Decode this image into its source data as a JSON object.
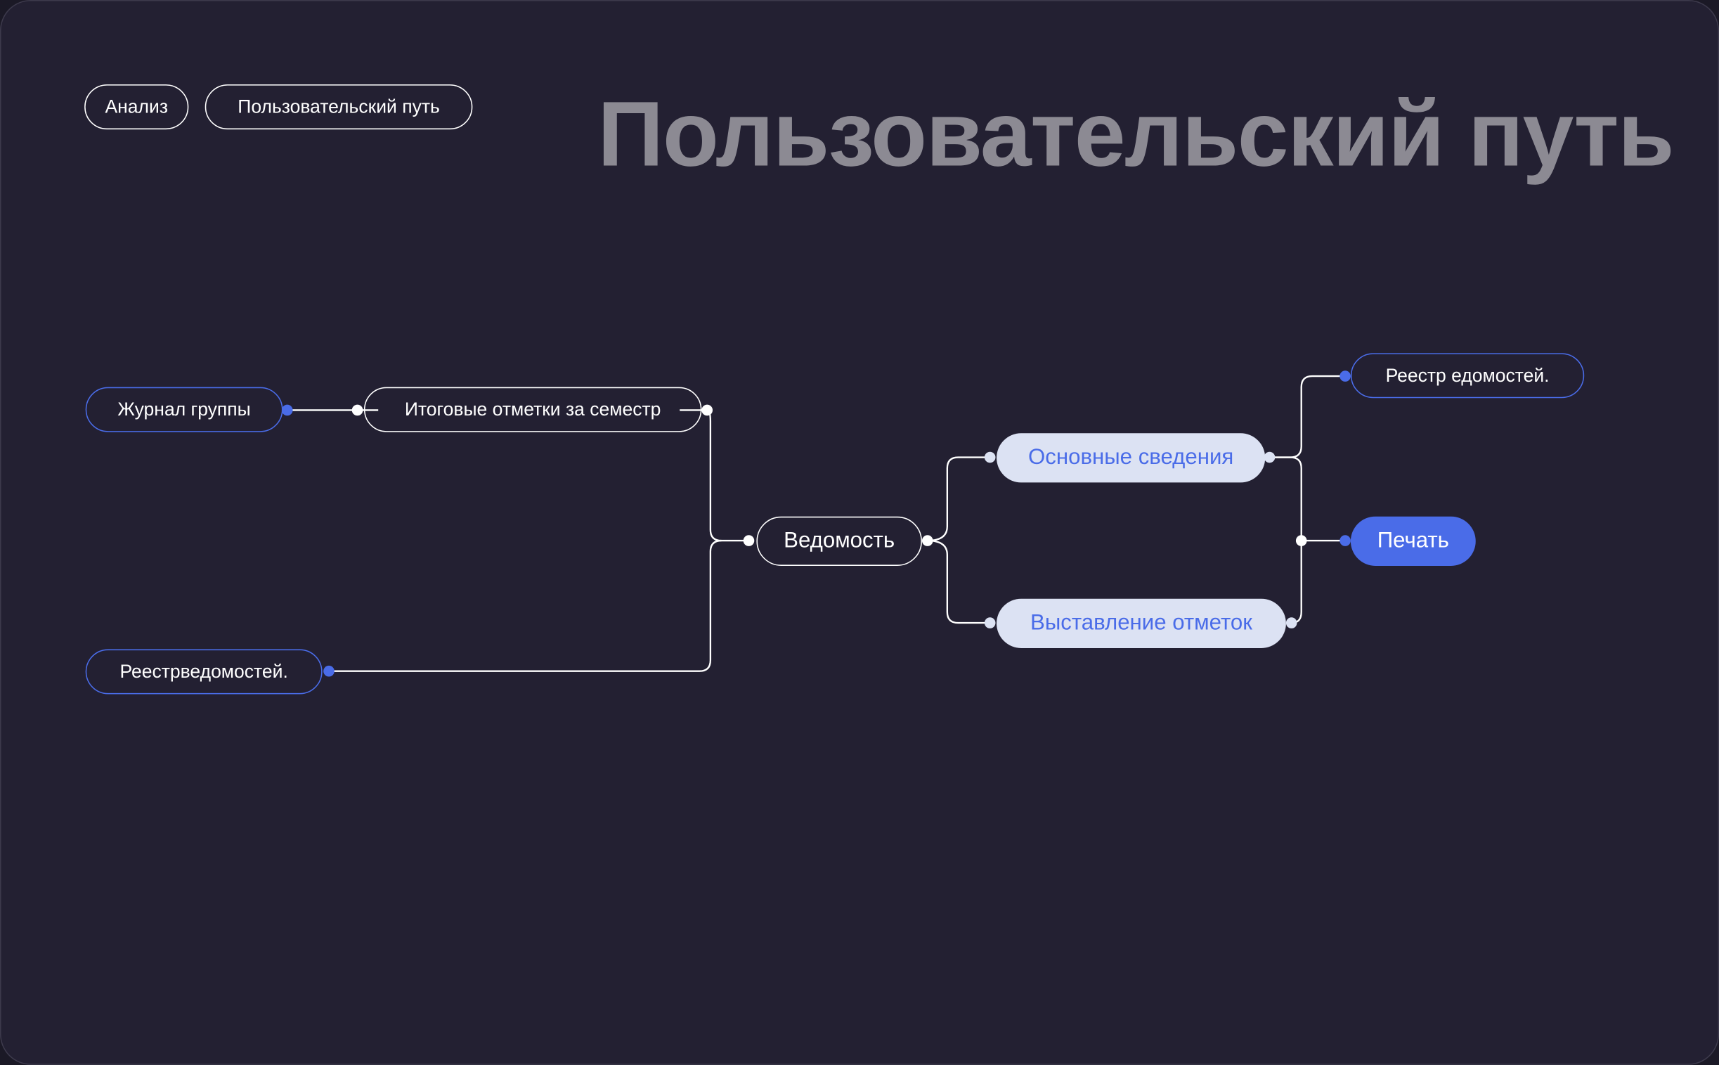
{
  "tags": [
    "Анализ",
    "Пользовательский путь"
  ],
  "title": "Пользовательский путь",
  "nodes": {
    "journal": "Журнал группы",
    "final_marks": "Итоговые отметки за семестр",
    "registry_left": "Реестрведомостей.",
    "statement": "Ведомость",
    "basic_info": "Основные сведения",
    "grading": "Выставление отметок",
    "registry_right": "Реестр едомостей.",
    "print": "Печать"
  },
  "colors": {
    "background": "#232032",
    "accent": "#4a6ce8",
    "light": "#dce2f3",
    "title": "#8c8a93"
  }
}
